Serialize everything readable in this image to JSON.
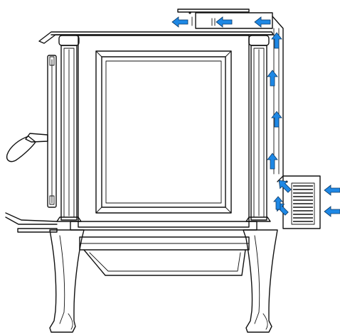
{
  "figure": {
    "subject": "stove-side-view",
    "colors": {
      "line": "#111111",
      "airflow_fill": "#1e88e5",
      "airflow_stroke": "#0d3a66",
      "background": "#ffffff"
    },
    "airflow_arrows": [
      {
        "name": "airflow-arrow-top-1",
        "icon": "arrow-left-icon"
      },
      {
        "name": "airflow-arrow-top-2",
        "icon": "arrow-left-icon"
      },
      {
        "name": "airflow-arrow-top-3",
        "icon": "arrow-left-icon"
      },
      {
        "name": "airflow-arrow-back-1",
        "icon": "arrow-up-icon"
      },
      {
        "name": "airflow-arrow-back-2",
        "icon": "arrow-up-icon"
      },
      {
        "name": "airflow-arrow-back-3",
        "icon": "arrow-up-icon"
      },
      {
        "name": "airflow-arrow-back-4",
        "icon": "arrow-up-icon"
      },
      {
        "name": "airflow-arrow-back-5",
        "icon": "arrow-up-icon"
      },
      {
        "name": "airflow-arrow-intake-1",
        "icon": "arrow-left-icon"
      },
      {
        "name": "airflow-arrow-intake-2",
        "icon": "arrow-left-icon"
      },
      {
        "name": "airflow-arrow-diag-1",
        "icon": "arrow-up-left-icon"
      },
      {
        "name": "airflow-arrow-diag-2",
        "icon": "arrow-up-left-icon"
      }
    ]
  }
}
